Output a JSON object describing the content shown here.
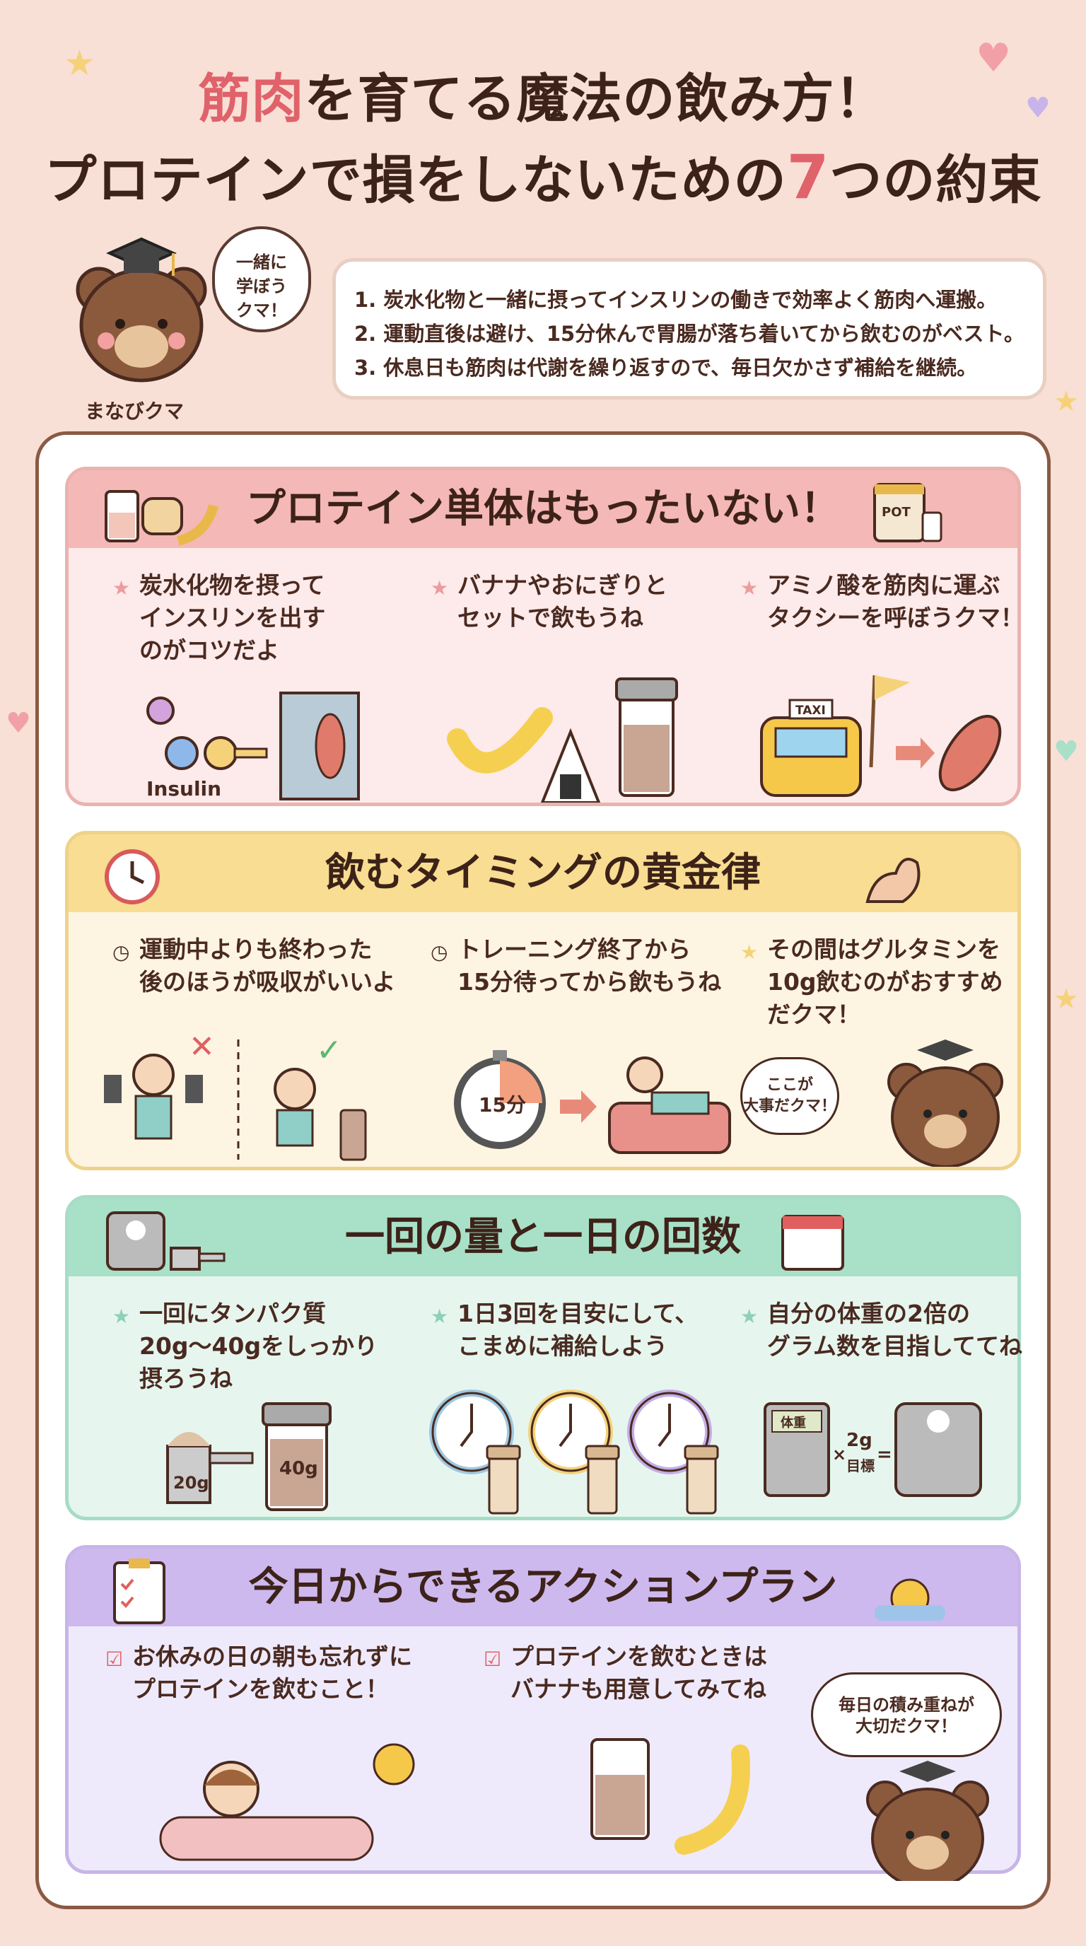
{
  "title": {
    "line1_highlight": "筋肉",
    "line1_rest": "を育てる魔法の飲み方！",
    "line2_pre": "プロテインで損をしないための",
    "line2_number": "7",
    "line2_post": "つの約束"
  },
  "mascot": {
    "name": "まなびクマ",
    "bubble": "一緒に\n学ぼう\nクマ！"
  },
  "intro_points": [
    "1. 炭水化物と一緒に摂ってインスリンの働きで効率よく筋肉へ運搬。",
    "2. 運動直後は避け、15分休んで胃腸が落ち着いてから飲むのがベスト。",
    "3. 休息日も筋肉は代謝を繰り返すので、毎日欠かさず補給を継続。"
  ],
  "sections": [
    {
      "title": "プロテイン単体はもったいない！",
      "color": "#f4b8b6",
      "bullet_icon": "star-icon",
      "items": [
        "炭水化物を摂って\nインスリンを出す\nのがコツだよ",
        "バナナやおにぎりと\nセットで飲もうね",
        "アミノ酸を筋肉に運ぶ\nタクシーを呼ぼうクマ！"
      ],
      "labels": {
        "insulin": "Insulin",
        "pot": "POT",
        "taxi": "TAXI"
      }
    },
    {
      "title": "飲むタイミングの黄金律",
      "color": "#f8dd92",
      "items": [
        "運動中よりも終わった\n後のほうが吸収がいいよ",
        "トレーニング終了から\n15分待ってから飲もうね",
        "その間はグルタミンを\n10g飲むのがおすすめ\nだクマ！"
      ],
      "labels": {
        "timer": "15分",
        "bear_bubble": "ここが\n大事だクマ！"
      }
    },
    {
      "title": "一回の量と一日の回数",
      "color": "#a9e0c8",
      "items": [
        "一回にタンパク質\n20g～40gをしっかり\n摂ろうね",
        "1日3回を目安にして、\nこまめに補給しよう",
        "自分の体重の2倍の\nグラム数を目指しててね"
      ],
      "labels": {
        "scoop": "20g",
        "shaker": "40g",
        "calc": "体重",
        "times": "×",
        "factor": "2g",
        "goal": "目標",
        "equals": "="
      }
    },
    {
      "title": "今日からできるアクションプラン",
      "color": "#cdb9ee",
      "items": [
        "お休みの日の朝も忘れずに\nプロテインを飲むこと！",
        "プロテインを飲むときは\nバナナも用意してみてね"
      ],
      "labels": {
        "bear_bubble": "毎日の積み重ねが\n大切だクマ！"
      }
    }
  ]
}
